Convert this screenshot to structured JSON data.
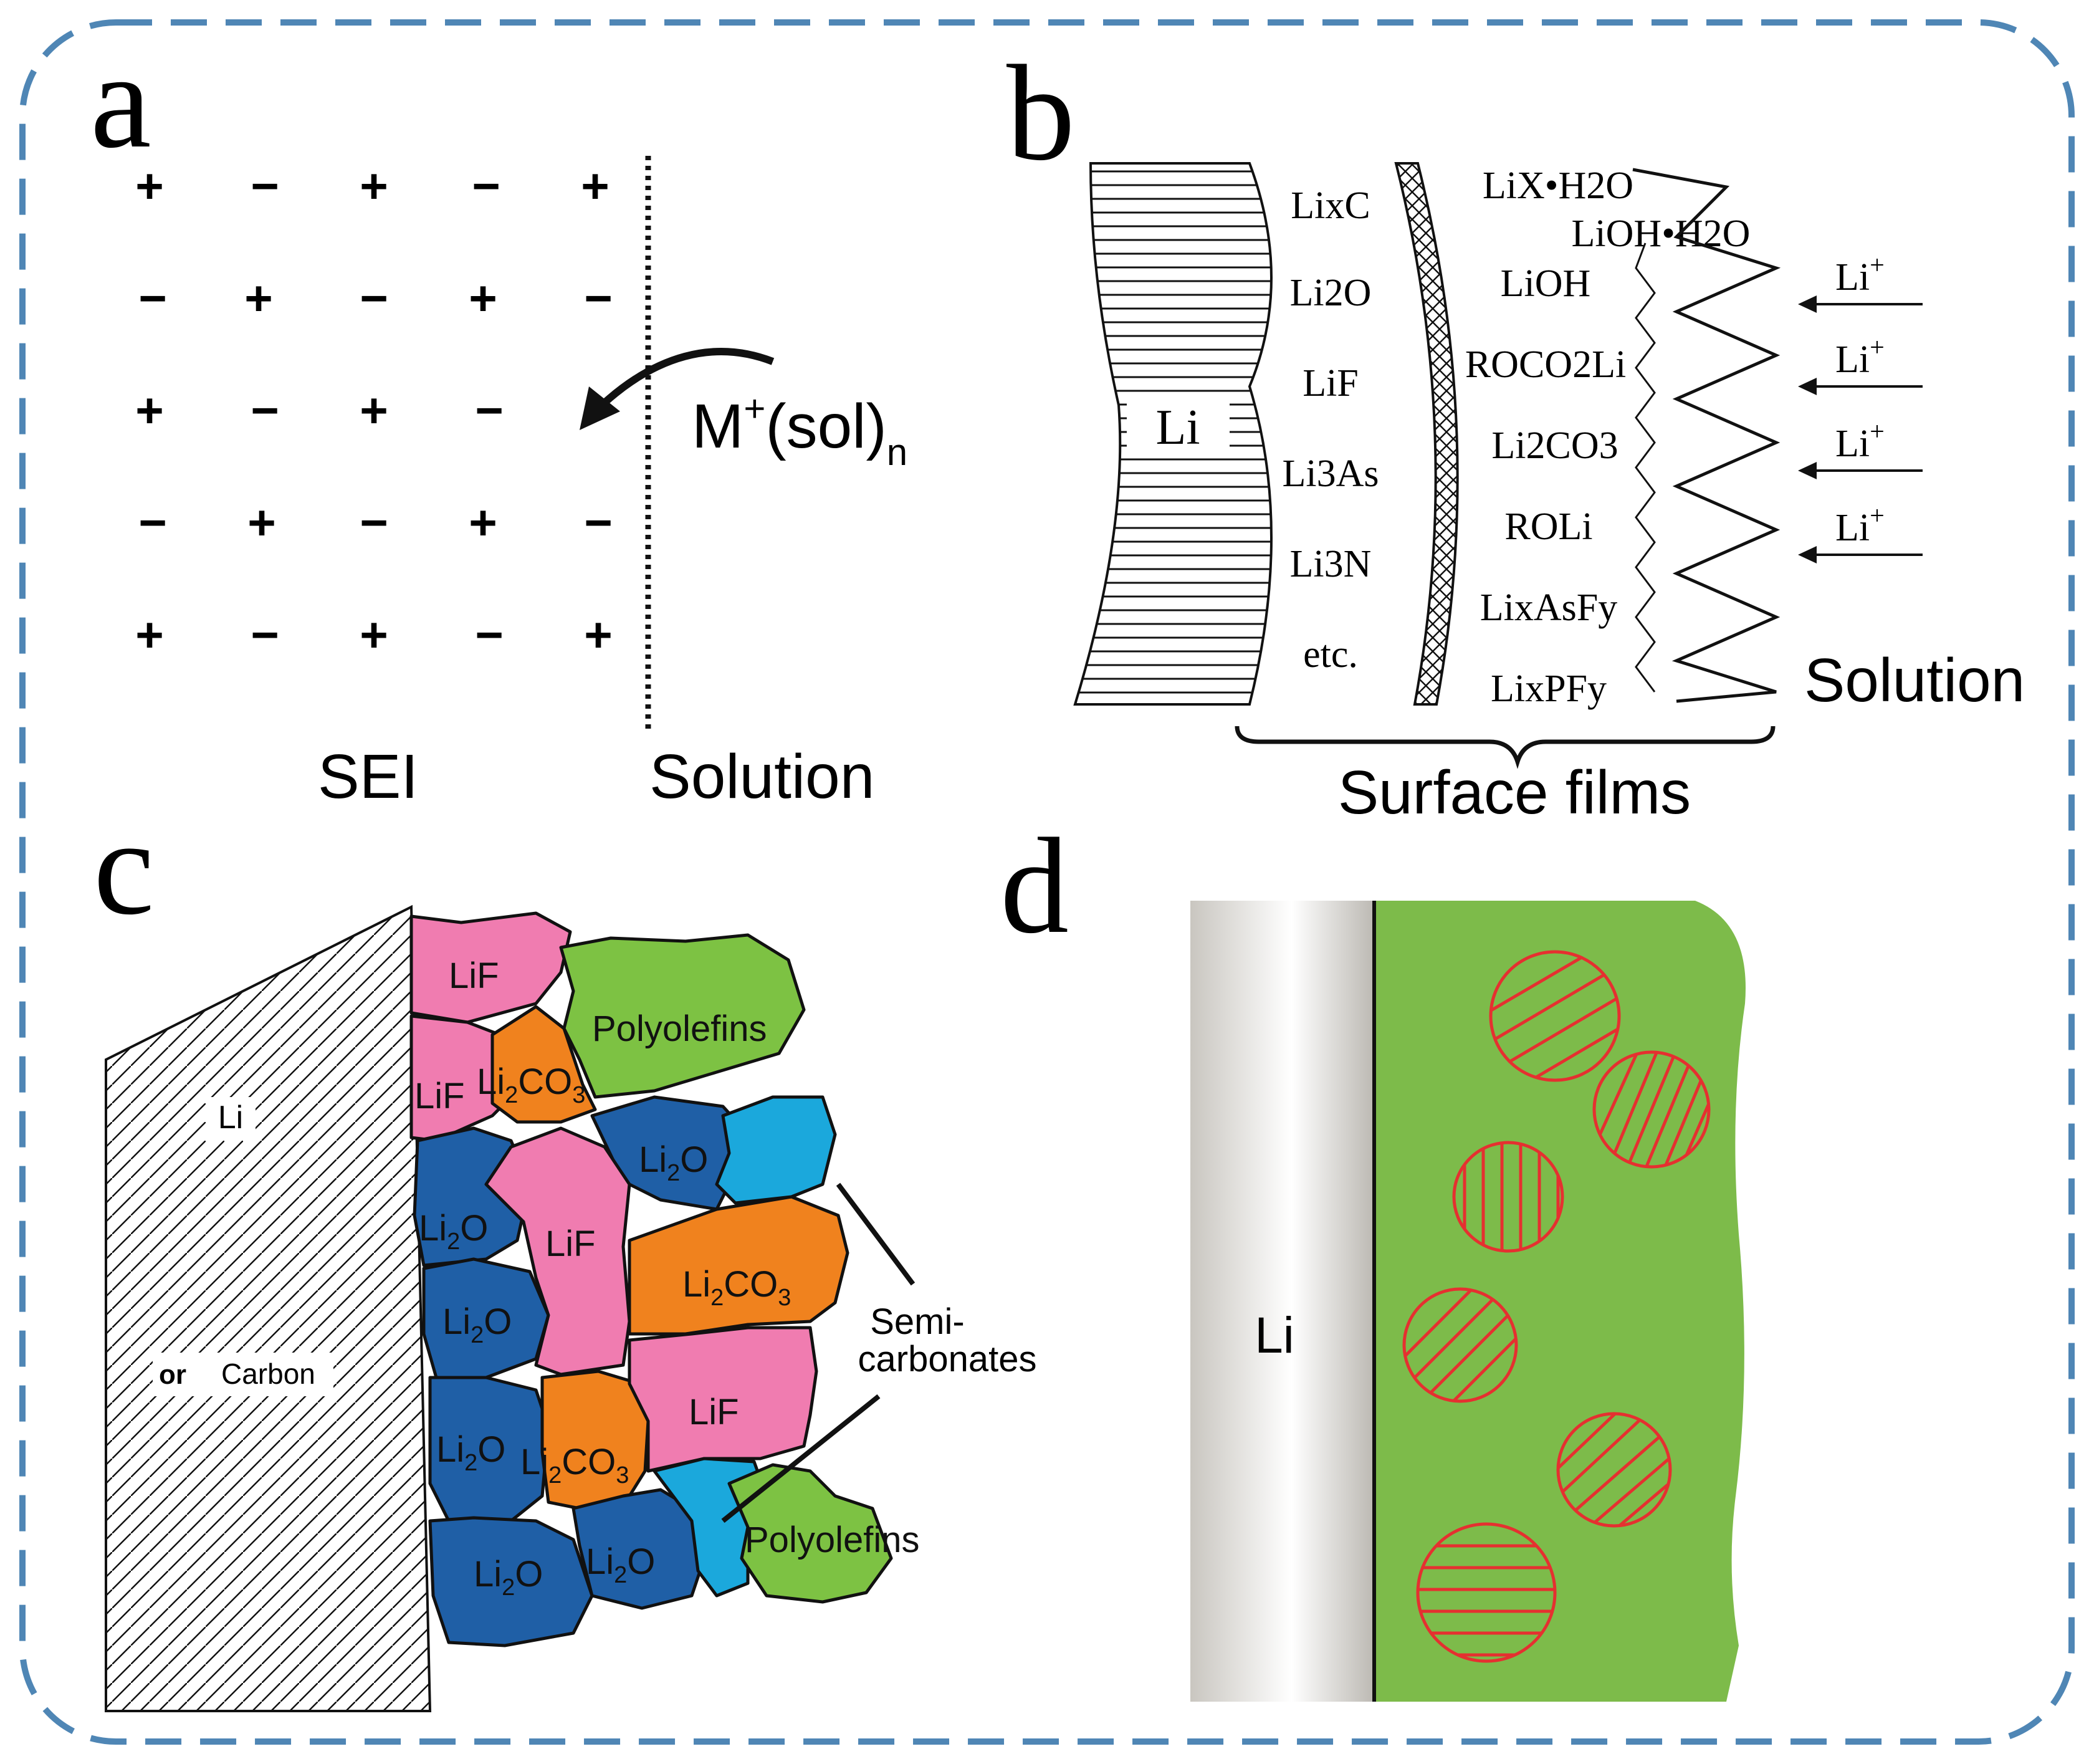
{
  "panels": {
    "a": {
      "label": "a",
      "charges": [
        [
          "+",
          "−",
          "+",
          "−",
          "+"
        ],
        [
          "−",
          "+",
          "−",
          "+",
          "−"
        ],
        [
          "+",
          "−",
          "+",
          "−",
          ""
        ],
        [
          "−",
          "+",
          "−",
          "+",
          "−"
        ],
        [
          "+",
          "−",
          "+",
          "−",
          "+"
        ]
      ],
      "ion_main": "M",
      "ion_sup": "+",
      "ion_paren": "(sol)",
      "ion_sub": "n",
      "left_label": "SEI",
      "right_label": "Solution"
    },
    "b": {
      "label": "b",
      "li_label": "Li",
      "inner": [
        "LixC",
        "Li2O",
        "LiF",
        "Li3As",
        "Li3N",
        "etc."
      ],
      "outer": [
        "LiX•H2O",
        "LiOH•H2O",
        "LiOH",
        "ROCO2Li",
        "Li2CO3",
        "ROLi",
        "LixAsFy",
        "LixPFy"
      ],
      "ion": "Li",
      "ion_sup": "+",
      "solution_label": "Solution",
      "brace_label": "Surface films"
    },
    "c": {
      "label": "c",
      "substrate": [
        "Li",
        "or",
        "Carbon"
      ],
      "grains": {
        "lif": "LiF",
        "li2o": "Li",
        "li2co3": "Li",
        "polyolefins": "Polyolefins"
      },
      "semicarbonates": [
        "Semi-",
        "carbonates"
      ]
    },
    "d": {
      "label": "d",
      "li_label": "Li"
    }
  },
  "colors": {
    "border": "#4f86b5",
    "pink": "#f07cb0",
    "green": "#7dc243",
    "blue": "#1f5fa6",
    "cyan": "#1ba8dc",
    "orange": "#f0821e",
    "particle": "#e53030",
    "panel_d_green": "#7dbb4a"
  }
}
